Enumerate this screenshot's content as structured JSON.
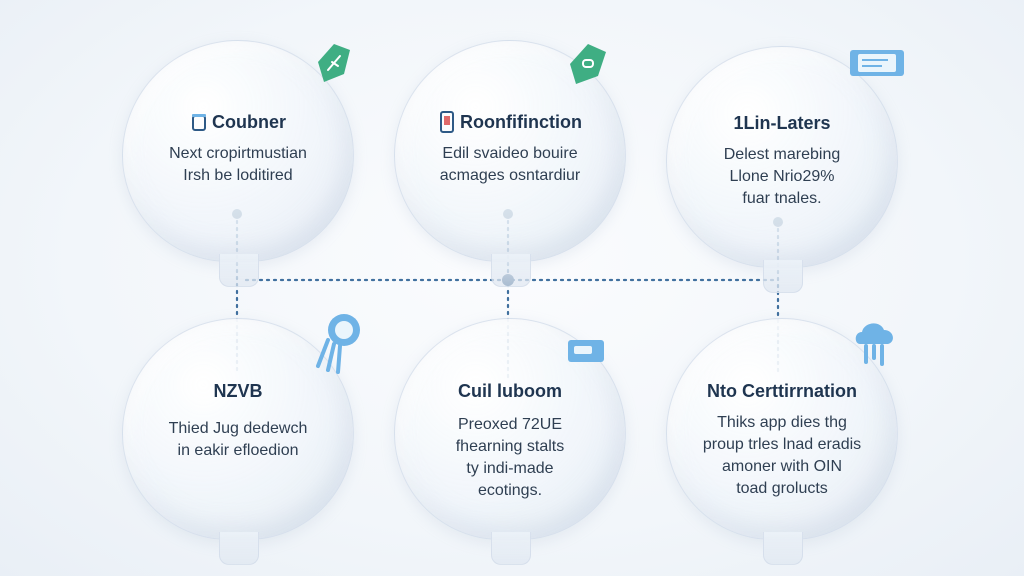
{
  "nodes": [
    {
      "id": "top-left",
      "title": "Coubner",
      "title_icon": "bucket-icon",
      "body": [
        "Next cropirtmustian",
        "Irsh be loditired"
      ],
      "corner_icon": "green-leaf-flag-icon"
    },
    {
      "id": "top-center",
      "title": "Roonfifinction",
      "title_icon": "phone-icon",
      "body": [
        "Edil svaideo bouire",
        "acmages osntardiur"
      ],
      "corner_icon": "green-link-flag-icon"
    },
    {
      "id": "top-right",
      "title": "1Lin-Laters",
      "title_icon": "",
      "body": [
        "Delest marebing",
        "Llone Nrio29%",
        "fuar tnales."
      ],
      "corner_icon": "blue-ticket-icon"
    },
    {
      "id": "bottom-left",
      "title": "NZVB",
      "title_icon": "",
      "body": [
        "Thied Jug dedewch",
        "in eakir efloedion"
      ],
      "corner_icon": "blue-tag-icon"
    },
    {
      "id": "bottom-center",
      "title": "Cuil luboom",
      "title_icon": "",
      "body": [
        "Preoxed 72UE",
        "fhearning stalts",
        "ty indi-made",
        "ecotings."
      ],
      "corner_icon": "blue-card-icon"
    },
    {
      "id": "bottom-right",
      "title": "Nto Certtirrnation",
      "title_icon": "",
      "body": [
        "Thiks app dies thg",
        "proup trles lnad eradis",
        "amoner with OIN",
        "toad grolucts"
      ],
      "corner_icon": "blue-cloud-icon"
    }
  ],
  "colors": {
    "connector": "#3f6f9e",
    "dot": "#2e5a86",
    "accent_green": "#3fae83",
    "accent_blue": "#6fb3e6"
  }
}
